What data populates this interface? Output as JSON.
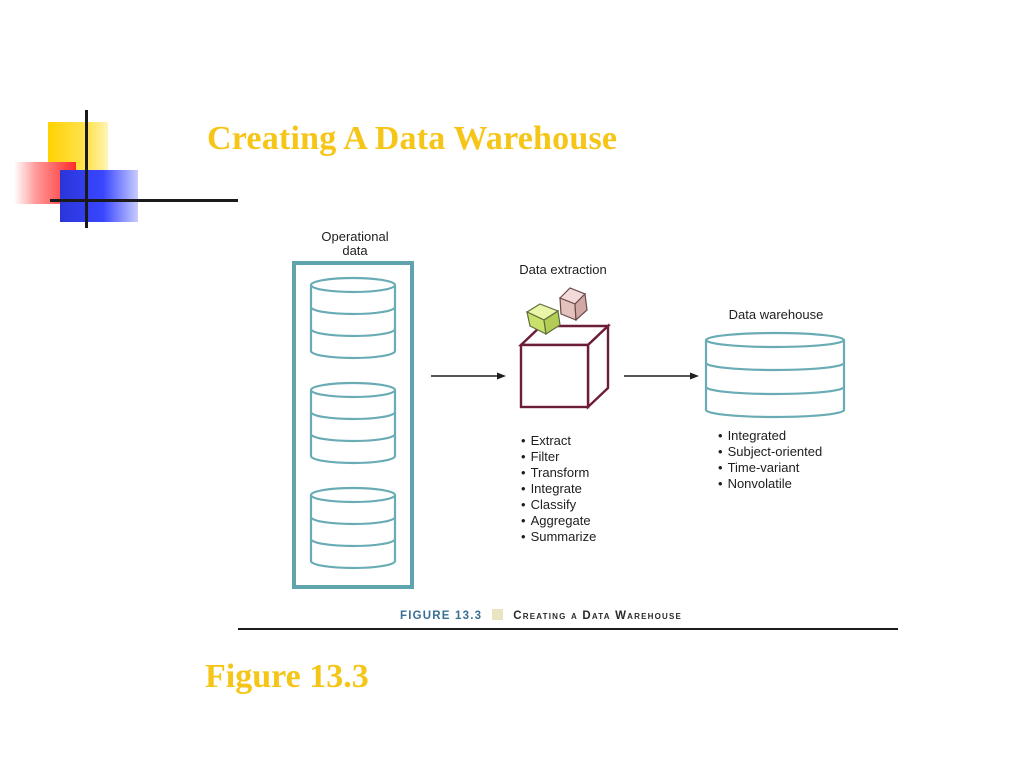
{
  "slide": {
    "title": "Creating A Data Warehouse",
    "caption": "Figure 13.3"
  },
  "colors": {
    "title": "#f5c518",
    "database_outline": "#6aacb5",
    "box_outline": "#6b1d3a",
    "caption_number": "#3a6f95"
  },
  "figure": {
    "operational_label_line1": "Operational",
    "operational_label_line2": "data",
    "extraction_label": "Data extraction",
    "warehouse_label": "Data warehouse",
    "extraction_steps": [
      "Extract",
      "Filter",
      "Transform",
      "Integrate",
      "Classify",
      "Aggregate",
      "Summarize"
    ],
    "warehouse_properties": [
      "Integrated",
      "Subject-oriented",
      "Time-variant",
      "Nonvolatile"
    ],
    "caption_number": "FIGURE 13.3",
    "caption_title": "Creating a Data Warehouse"
  }
}
